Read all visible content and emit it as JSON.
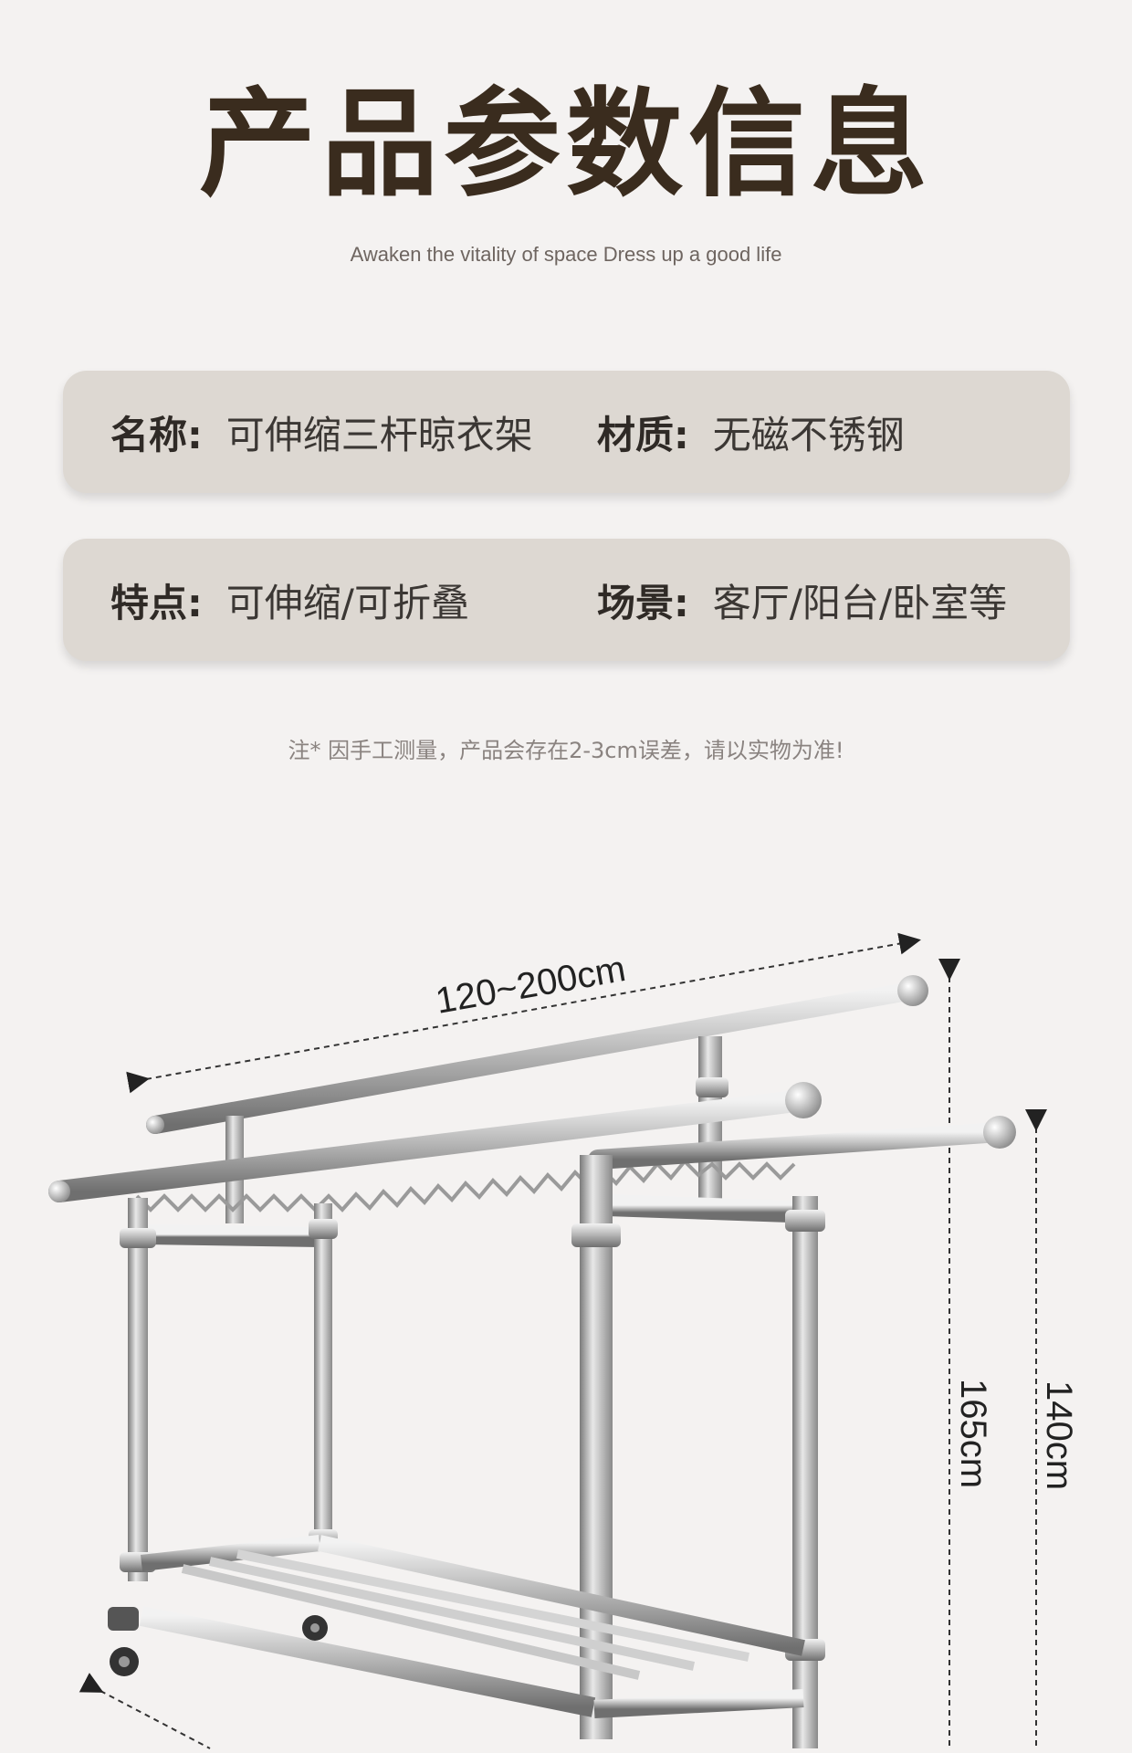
{
  "header": {
    "title": "产品参数信息",
    "subtitle": "Awaken the vitality of space Dress up a good life"
  },
  "specs": [
    [
      {
        "key": "名称:",
        "value": "可伸缩三杆晾衣架"
      },
      {
        "key": "材质:",
        "value": "无磁不锈钢"
      }
    ],
    [
      {
        "key": "特点:",
        "value": "可伸缩/可折叠"
      },
      {
        "key": "场景:",
        "value": "客厅/阳台/卧室等"
      }
    ]
  ],
  "note": "注* 因手工测量，产品会存在2-3cm误差，请以实物为准!",
  "dimensions": {
    "width": "120~200cm",
    "height_outer": "165cm",
    "height_inner": "140cm"
  },
  "colors": {
    "background": "#f4f2f1",
    "title": "#3a2c1e",
    "card": "#ddd8d2"
  }
}
